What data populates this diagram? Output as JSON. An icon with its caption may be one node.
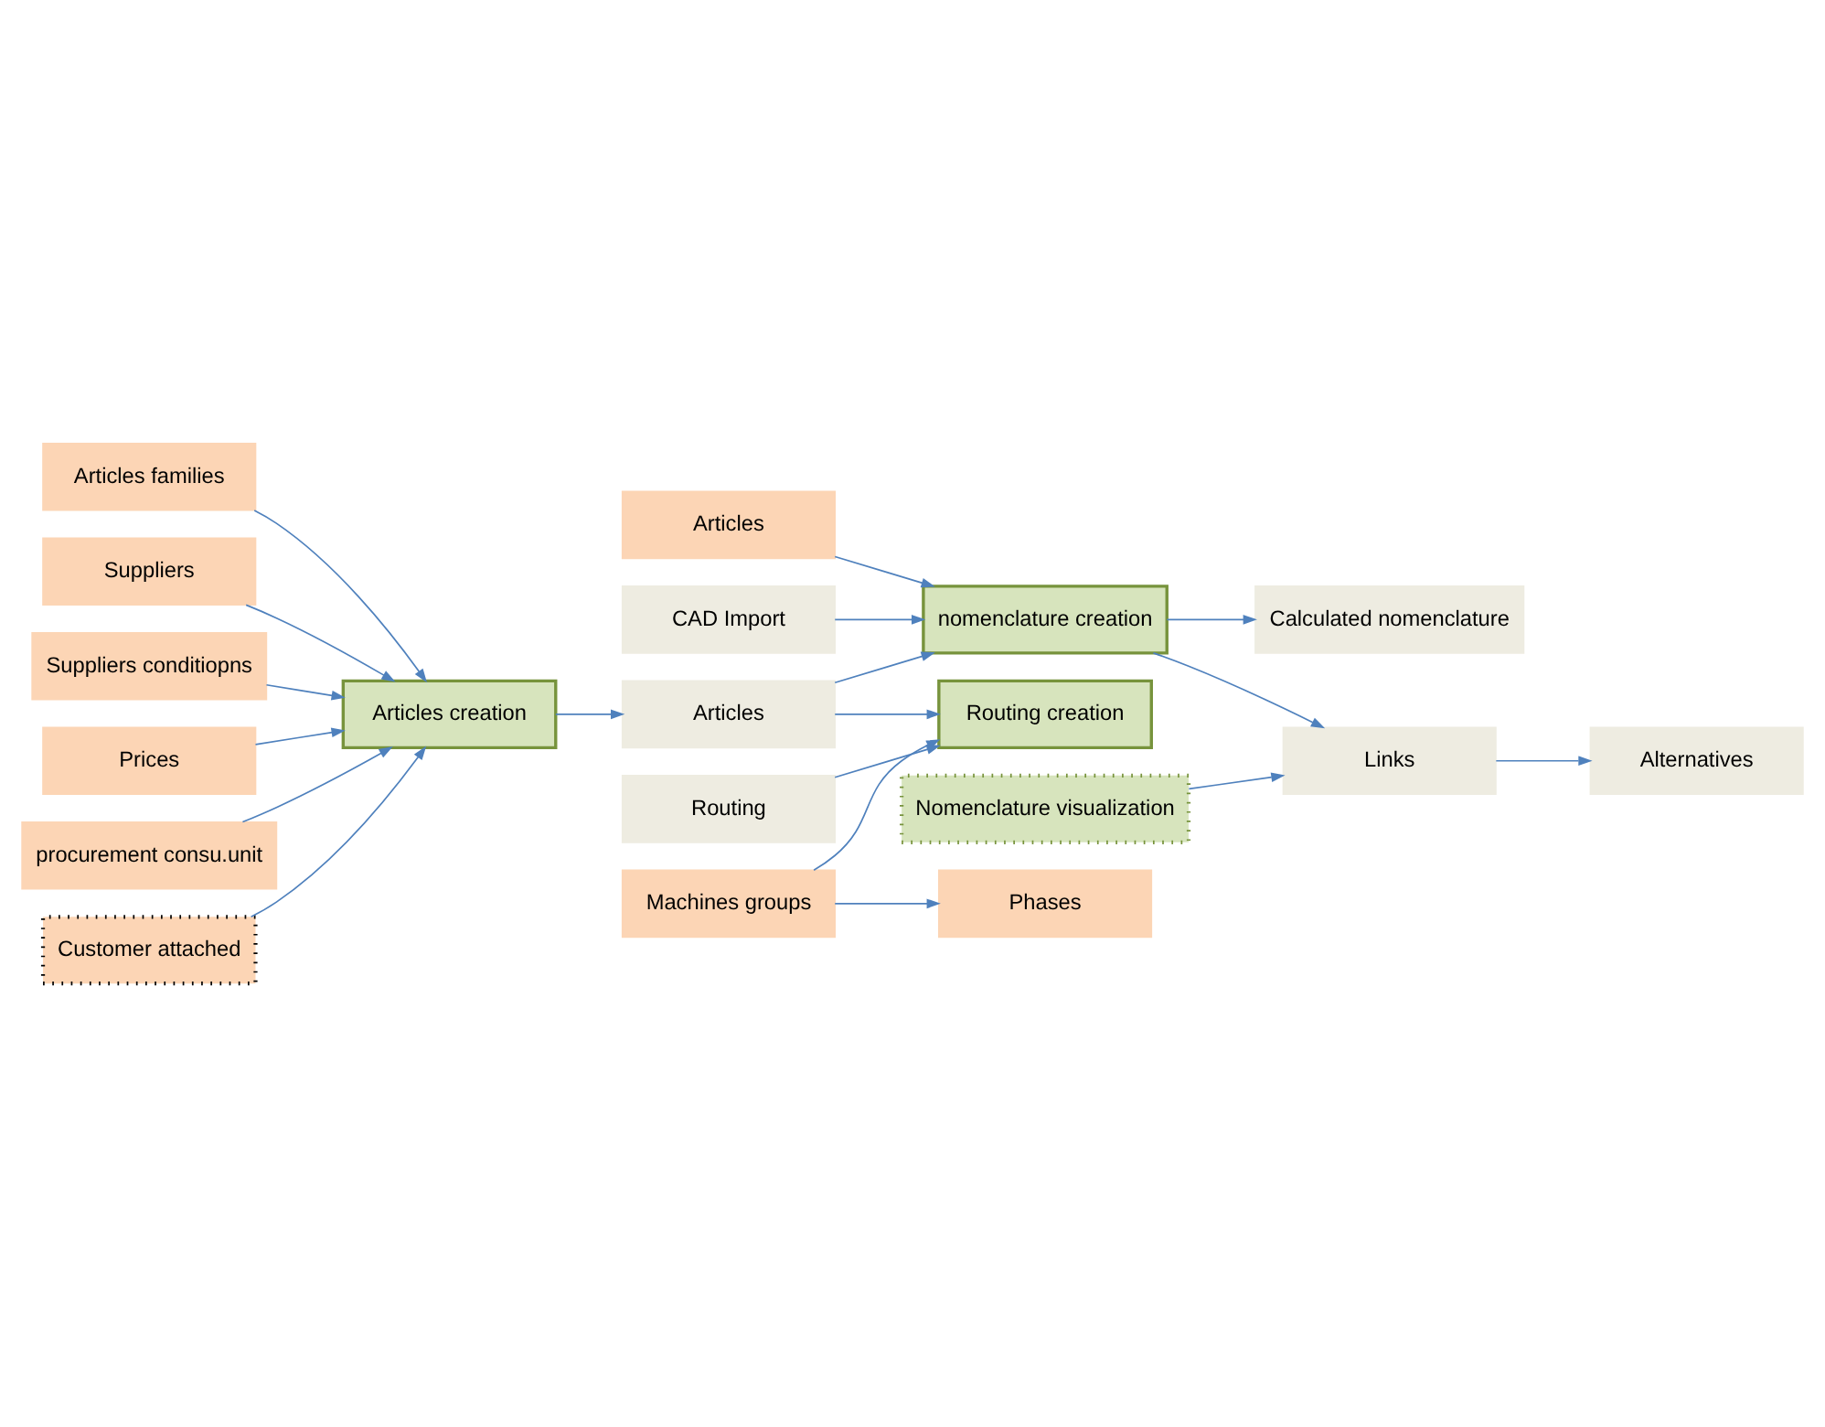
{
  "diagram": {
    "nodes": [
      {
        "text": [
          "Articles families"
        ]
      },
      {
        "text": [
          "Suppliers"
        ]
      },
      {
        "text": [
          "Articles creation"
        ]
      },
      {
        "text": [
          "Suppliers conditiopns"
        ]
      },
      {
        "text": [
          "Articles"
        ]
      },
      {
        "text": [
          "Prices"
        ]
      },
      {
        "text": [
          "procurement consu.unit"
        ]
      },
      {
        "text": [
          "Customer attached"
        ]
      },
      {
        "text": [
          "Machines groups"
        ]
      },
      {
        "text": [
          "Articles"
        ]
      },
      {
        "text": [
          "nomenclature creation"
        ]
      },
      {
        "text": [
          "Routing creation"
        ]
      },
      {
        "text": [
          "Phases"
        ]
      },
      {
        "text": [
          "CAD Import"
        ]
      },
      {
        "text": [
          "Alternatives"
        ]
      },
      {
        "text": [
          "Links"
        ]
      },
      {
        "text": [
          "Calculated nomenclature"
        ]
      },
      {
        "text": [
          "Routing"
        ]
      },
      {
        "text": [
          "Nomenclature visualization"
        ]
      }
    ],
    "edges": [
      {
        "from": 0,
        "to": 2,
        "arrow": "to"
      },
      {
        "from": 1,
        "to": 2,
        "arrow": "to"
      },
      {
        "from": 3,
        "to": 2,
        "arrow": "to"
      },
      {
        "from": 5,
        "to": 2,
        "arrow": "to"
      },
      {
        "from": 6,
        "to": 2,
        "arrow": "to"
      },
      {
        "from": 7,
        "to": 2,
        "arrow": "to"
      },
      {
        "from": 2,
        "to": 4,
        "arrow": "to"
      },
      {
        "from": 4,
        "to": 10,
        "arrow": "to"
      },
      {
        "from": 4,
        "to": 11,
        "arrow": "to"
      },
      {
        "from": 8,
        "to": 11,
        "arrow": "to"
      },
      {
        "from": 8,
        "to": 12,
        "arrow": "to"
      },
      {
        "from": 9,
        "to": 10,
        "arrow": "to"
      },
      {
        "from": 13,
        "to": 10,
        "arrow": "to"
      },
      {
        "from": 10,
        "to": 15,
        "arrow": "to"
      },
      {
        "from": 10,
        "to": 16,
        "arrow": "to"
      },
      {
        "from": 15,
        "to": 14,
        "arrow": "to"
      },
      {
        "from": 17,
        "to": 11,
        "arrow": "to"
      },
      {
        "from": 18,
        "to": 15,
        "arrow": "to"
      }
    ]
  }
}
